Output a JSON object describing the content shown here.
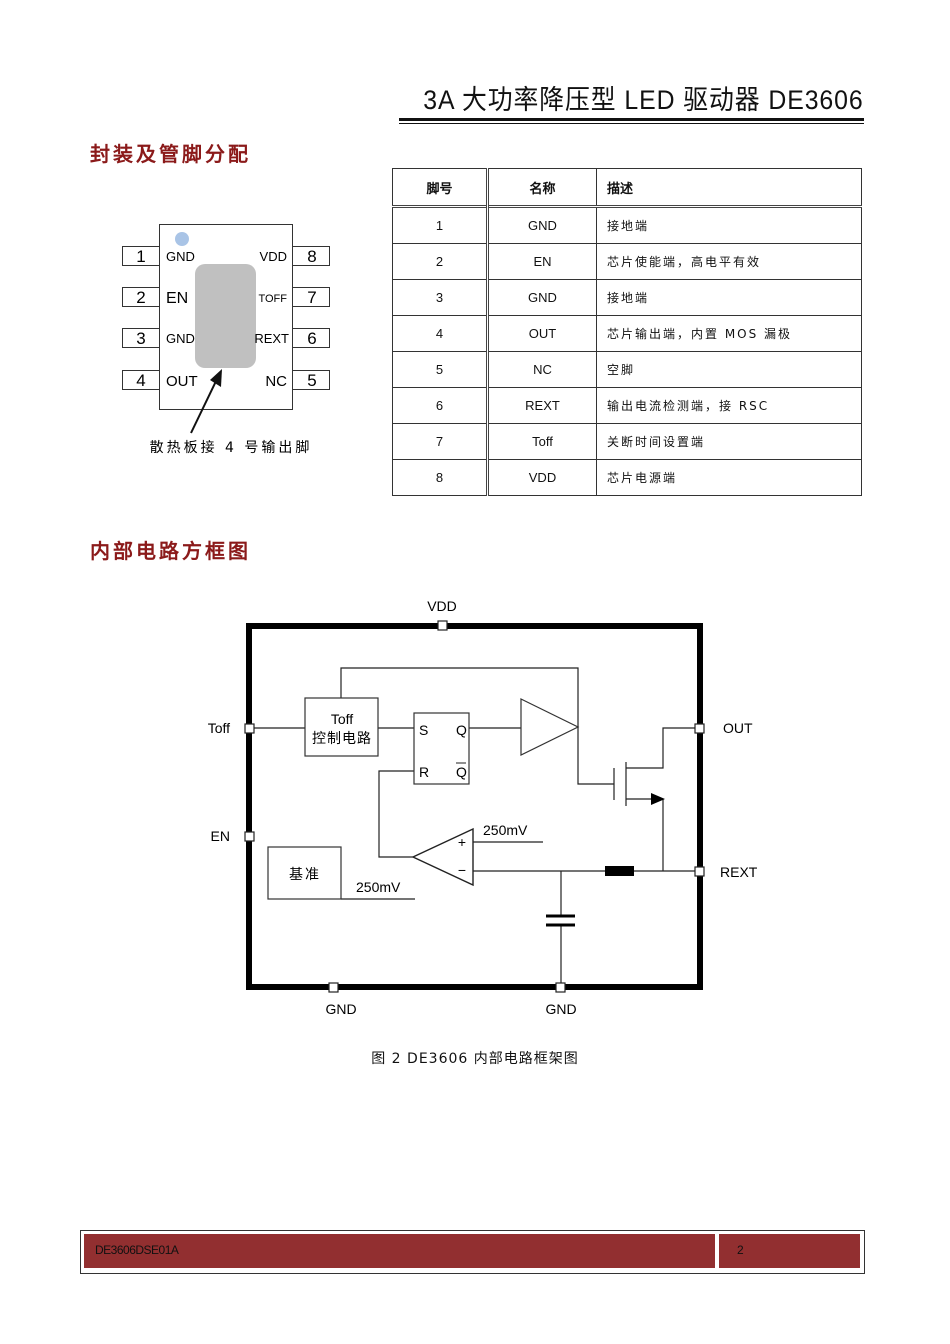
{
  "header": {
    "title": "3A 大功率降压型 LED 驱动器 DE3606"
  },
  "sections": {
    "package": "封装及管脚分配",
    "block_diagram": "内部电路方框图"
  },
  "package_diagram": {
    "left_pins": [
      {
        "number": "1",
        "name": "GND"
      },
      {
        "number": "2",
        "name": "EN"
      },
      {
        "number": "3",
        "name": "GND"
      },
      {
        "number": "4",
        "name": "OUT"
      }
    ],
    "right_pins": [
      {
        "number": "8",
        "name": "VDD"
      },
      {
        "number": "7",
        "name": "TOFF"
      },
      {
        "number": "6",
        "name": "REXT"
      },
      {
        "number": "5",
        "name": "NC"
      }
    ],
    "note": "散热板接 4 号输出脚",
    "colors": {
      "pad": "#c0c0c0",
      "pin1_dot": "#a9c4e6"
    }
  },
  "pin_table": {
    "headers": [
      "脚号",
      "名称",
      "描述"
    ],
    "rows": [
      {
        "pin": "1",
        "name": "GND",
        "desc": "接地端"
      },
      {
        "pin": "2",
        "name": "EN",
        "desc": "芯片使能端，高电平有效"
      },
      {
        "pin": "3",
        "name": "GND",
        "desc": "接地端"
      },
      {
        "pin": "4",
        "name": "OUT",
        "desc": "芯片输出端，内置 MOS 漏极"
      },
      {
        "pin": "5",
        "name": "NC",
        "desc": "空脚"
      },
      {
        "pin": "6",
        "name": "REXT",
        "desc": "输出电流检测端，接 RSC"
      },
      {
        "pin": "7",
        "name": "Toff",
        "desc": "关断时间设置端"
      },
      {
        "pin": "8",
        "name": "VDD",
        "desc": "芯片电源端"
      }
    ]
  },
  "block_diagram": {
    "pins": {
      "vdd": "VDD",
      "toff": "Toff",
      "en": "EN",
      "out": "OUT",
      "rext": "REXT",
      "gnd_left": "GND",
      "gnd_right": "GND"
    },
    "toff_block": {
      "line1": "Toff",
      "line2": "控制电路"
    },
    "flipflop": {
      "s": "S",
      "r": "R",
      "q": "Q",
      "qbar": "Q"
    },
    "comparator": {
      "plus": "+",
      "minus": "−",
      "ref_label": "250mV"
    },
    "reference": {
      "label": "基准",
      "value": "250mV"
    },
    "caption": "图 2 DE3606 内部电路框架图"
  },
  "footer": {
    "doc_code": "DE3606DSE01A",
    "page": "2",
    "color": "#922f30"
  }
}
